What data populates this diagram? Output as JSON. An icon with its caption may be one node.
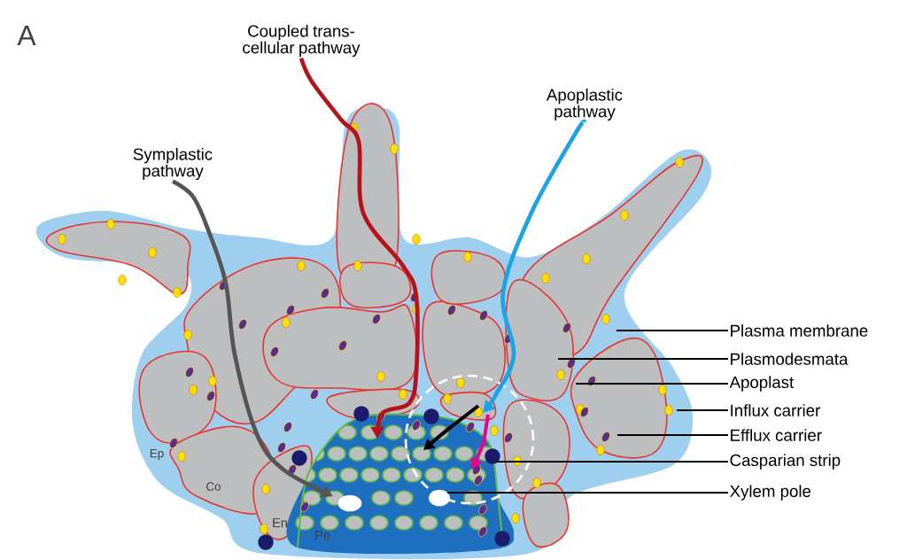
{
  "diagram": {
    "nodes": [
      {
        "text": [
          "Coupled trans-cellular pathway"
        ]
      },
      {
        "text": [
          "Symplastic pathway"
        ]
      },
      {
        "text": [
          "Apoplastic pathway"
        ]
      },
      {
        "text": [
          "Plasma membrane"
        ]
      },
      {
        "text": [
          "Plasmodesmata"
        ]
      },
      {
        "text": [
          "Apoplast"
        ]
      },
      {
        "text": [
          "Influx carrier"
        ]
      },
      {
        "text": [
          "Efflux carrier"
        ]
      },
      {
        "text": [
          "Casparian strip"
        ]
      },
      {
        "text": [
          "Xylem pole"
        ]
      }
    ],
    "edges": [
      {
        "from": 0,
        "to": null,
        "arrow": "to",
        "style": "thick",
        "color": "#b5121b"
      },
      {
        "from": 1,
        "to": null,
        "arrow": "to",
        "style": "thick",
        "color": "#555555"
      },
      {
        "from": 2,
        "to": null,
        "arrow": "to",
        "style": "thick",
        "color": "#1aa3e6"
      },
      {
        "from": 3,
        "to": null,
        "arrow": "none"
      },
      {
        "from": 4,
        "to": null,
        "arrow": "none"
      },
      {
        "from": 5,
        "to": null,
        "arrow": "none"
      },
      {
        "from": 6,
        "to": null,
        "arrow": "none"
      },
      {
        "from": 7,
        "to": null,
        "arrow": "none"
      },
      {
        "from": 8,
        "to": null,
        "arrow": "none"
      },
      {
        "from": 9,
        "to": null,
        "arrow": "none"
      }
    ],
    "labels": [
      "A",
      "Ep",
      "Co",
      "En",
      "Pe"
    ]
  }
}
